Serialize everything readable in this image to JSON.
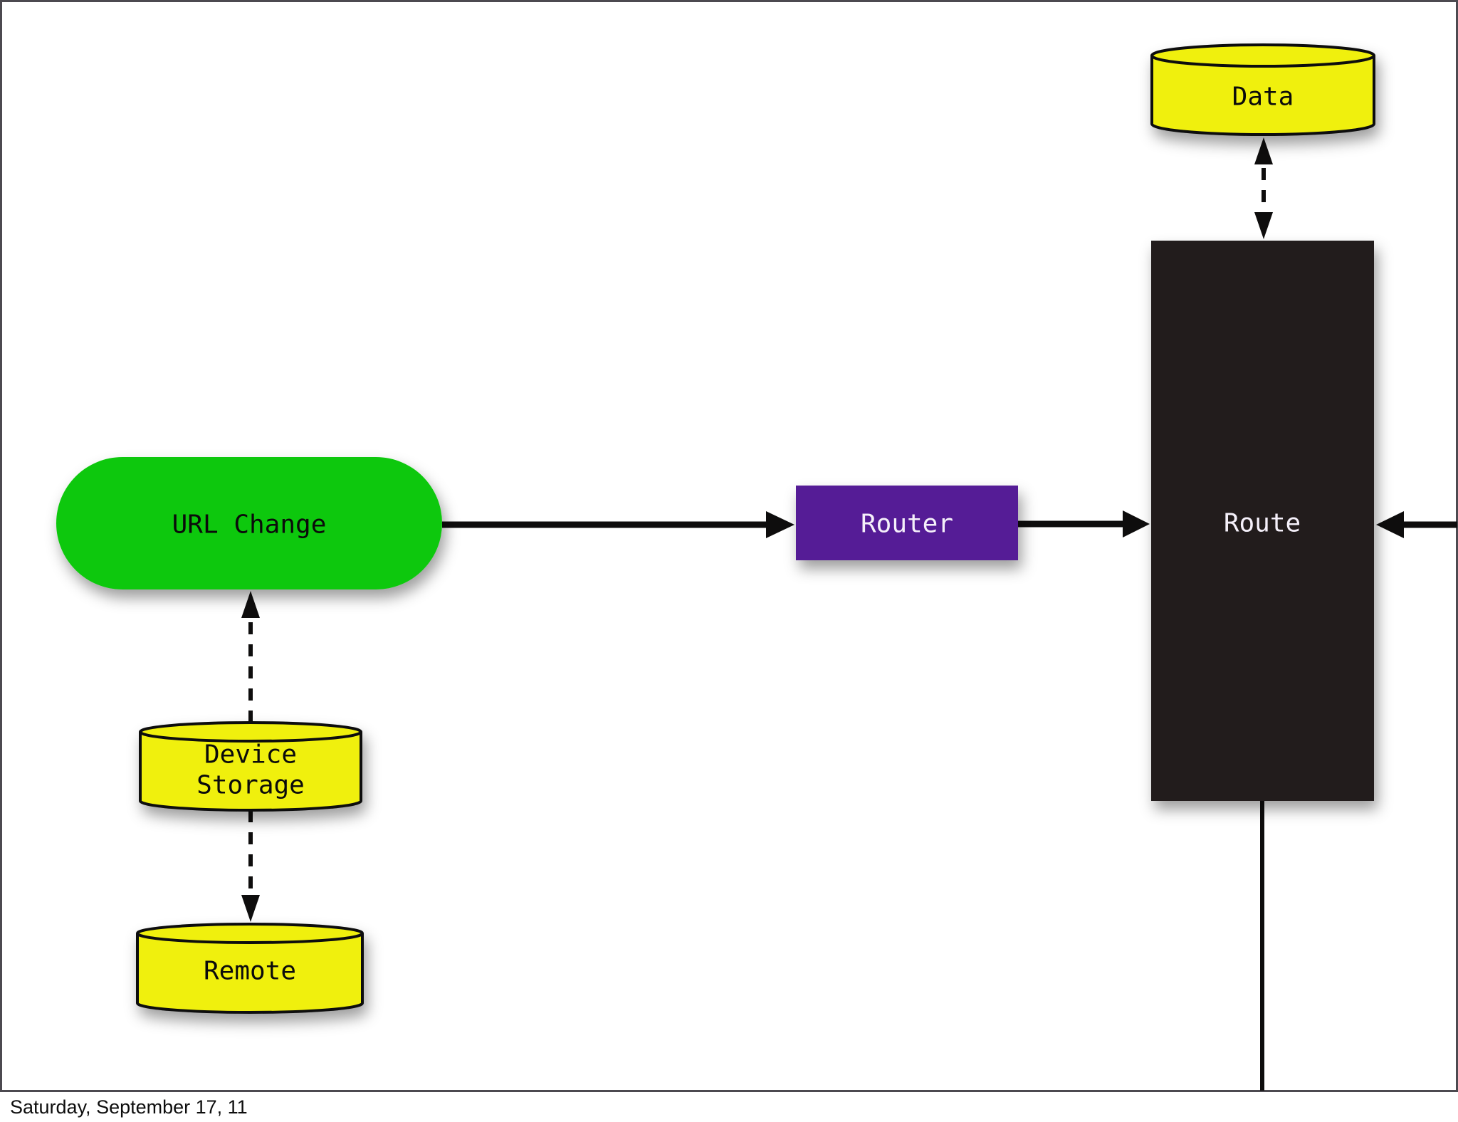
{
  "footer": {
    "date": "Saturday, September 17, 11"
  },
  "colors": {
    "background": "#ffffff",
    "frame_border": "#4c4a50",
    "arrow_black": "#0e0d0d",
    "node_green": "#0ac80a",
    "node_purple": "#551e96",
    "node_dark": "#201d1f",
    "node_yellow": "#f0f00a",
    "cylinder_stroke": "#0a0a0a"
  },
  "nodes": {
    "url_change": {
      "label": "URL Change",
      "fill": "#0ac80a",
      "shape": "stadium"
    },
    "router": {
      "label": "Router",
      "fill": "#551e96",
      "shape": "rect"
    },
    "route": {
      "label": "Route",
      "fill": "#201d1f",
      "shape": "rect"
    },
    "data_store": {
      "label": "Data",
      "fill": "#f0f00a",
      "shape": "cylinder"
    },
    "device_storage": {
      "label_line1": "Device",
      "label_line2": "Storage",
      "fill": "#f0f00a",
      "shape": "cylinder"
    },
    "remote": {
      "label": "Remote",
      "fill": "#f0f00a",
      "shape": "cylinder"
    }
  },
  "edges": [
    {
      "from": "URL Change",
      "to": "Router",
      "style": "solid-arrow"
    },
    {
      "from": "Router",
      "to": "Route",
      "style": "solid-arrow"
    },
    {
      "from": "right-edge",
      "to": "Route",
      "style": "solid-arrow"
    },
    {
      "from": "Route",
      "to": "bottom-edge",
      "style": "solid-line"
    },
    {
      "from": "Device Storage",
      "to": "URL Change",
      "style": "dashed-arrow"
    },
    {
      "from": "Device Storage",
      "to": "Remote",
      "style": "dashed-arrow"
    },
    {
      "from": "Data",
      "to": "Route",
      "style": "dashed-arrow-bidirectional"
    }
  ]
}
